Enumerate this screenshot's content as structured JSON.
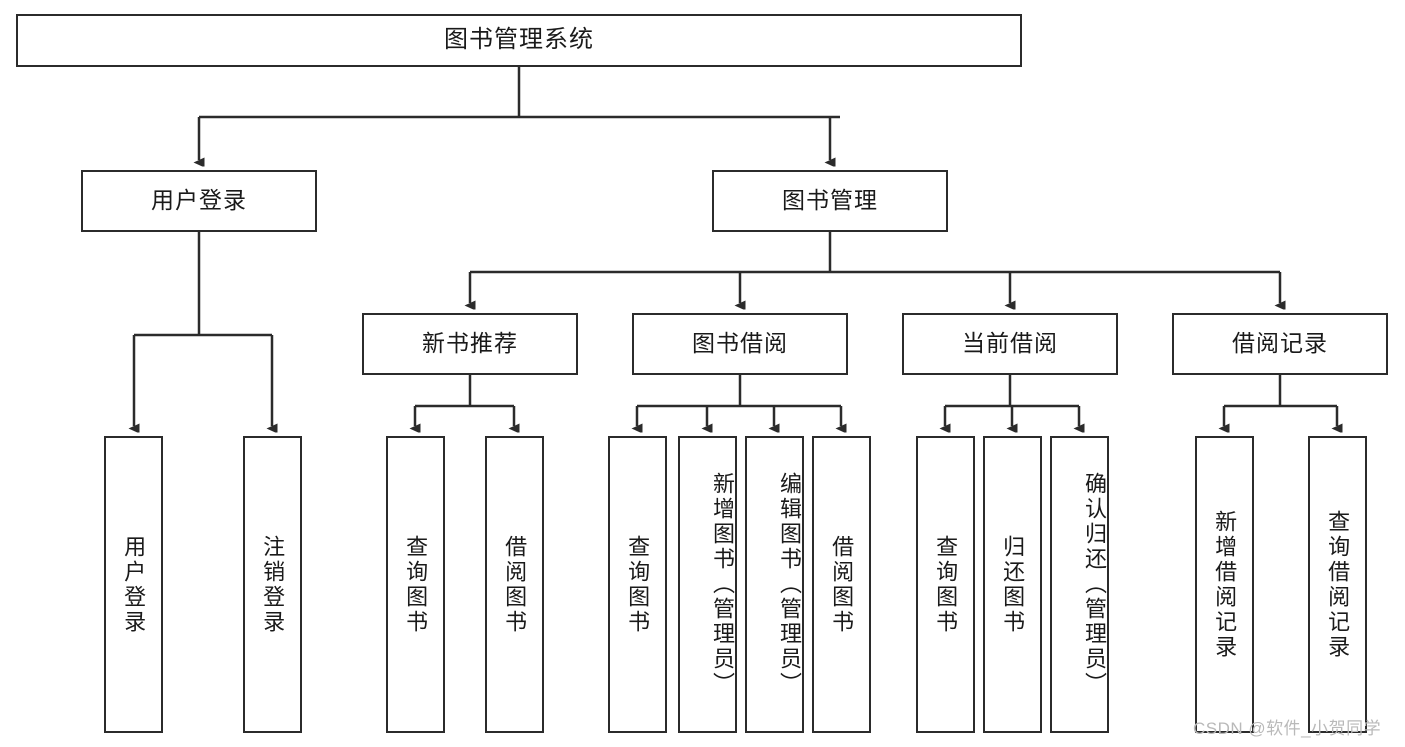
{
  "diagram": {
    "title": "图书管理系统",
    "type": "tree-hierarchy",
    "root": {
      "id": "root",
      "label": "图书管理系统"
    },
    "level2": [
      {
        "id": "user-login",
        "label": "用户登录"
      },
      {
        "id": "book-manage",
        "label": "图书管理"
      }
    ],
    "level3": [
      {
        "id": "new-book-recommend",
        "label": "新书推荐",
        "parent": "book-manage"
      },
      {
        "id": "book-borrow",
        "label": "图书借阅",
        "parent": "book-manage"
      },
      {
        "id": "current-borrow",
        "label": "当前借阅",
        "parent": "book-manage"
      },
      {
        "id": "borrow-record",
        "label": "借阅记录",
        "parent": "book-manage"
      }
    ],
    "leaves": [
      {
        "id": "leaf-user-login",
        "label": "用户登录",
        "parent": "user-login"
      },
      {
        "id": "leaf-logout-login",
        "label": "注销登录",
        "parent": "user-login"
      },
      {
        "id": "leaf-query-book-1",
        "label": "查询图书",
        "parent": "new-book-recommend"
      },
      {
        "id": "leaf-borrow-book-1",
        "label": "借阅图书",
        "parent": "new-book-recommend"
      },
      {
        "id": "leaf-query-book-2",
        "label": "查询图书",
        "parent": "book-borrow"
      },
      {
        "id": "leaf-add-book",
        "label": "新增图书（管理员）",
        "parent": "book-borrow"
      },
      {
        "id": "leaf-edit-book",
        "label": "编辑图书（管理员）",
        "parent": "book-borrow"
      },
      {
        "id": "leaf-borrow-book-2",
        "label": "借阅图书",
        "parent": "book-borrow"
      },
      {
        "id": "leaf-query-book-3",
        "label": "查询图书",
        "parent": "current-borrow"
      },
      {
        "id": "leaf-return-book",
        "label": "归还图书",
        "parent": "current-borrow"
      },
      {
        "id": "leaf-confirm-return",
        "label": "确认归还（管理员）",
        "parent": "current-borrow"
      },
      {
        "id": "leaf-add-record",
        "label": "新增借阅记录",
        "parent": "borrow-record"
      },
      {
        "id": "leaf-query-record",
        "label": "查询借阅记录",
        "parent": "borrow-record"
      }
    ]
  },
  "watermark": {
    "text": "CSDN @软件_小贺同学"
  },
  "colors": {
    "stroke": "#2b2b2b",
    "box_fill": "#ffffff",
    "text": "#1a1a1a",
    "watermark": "#b9b9b9",
    "background": "#ffffff"
  }
}
